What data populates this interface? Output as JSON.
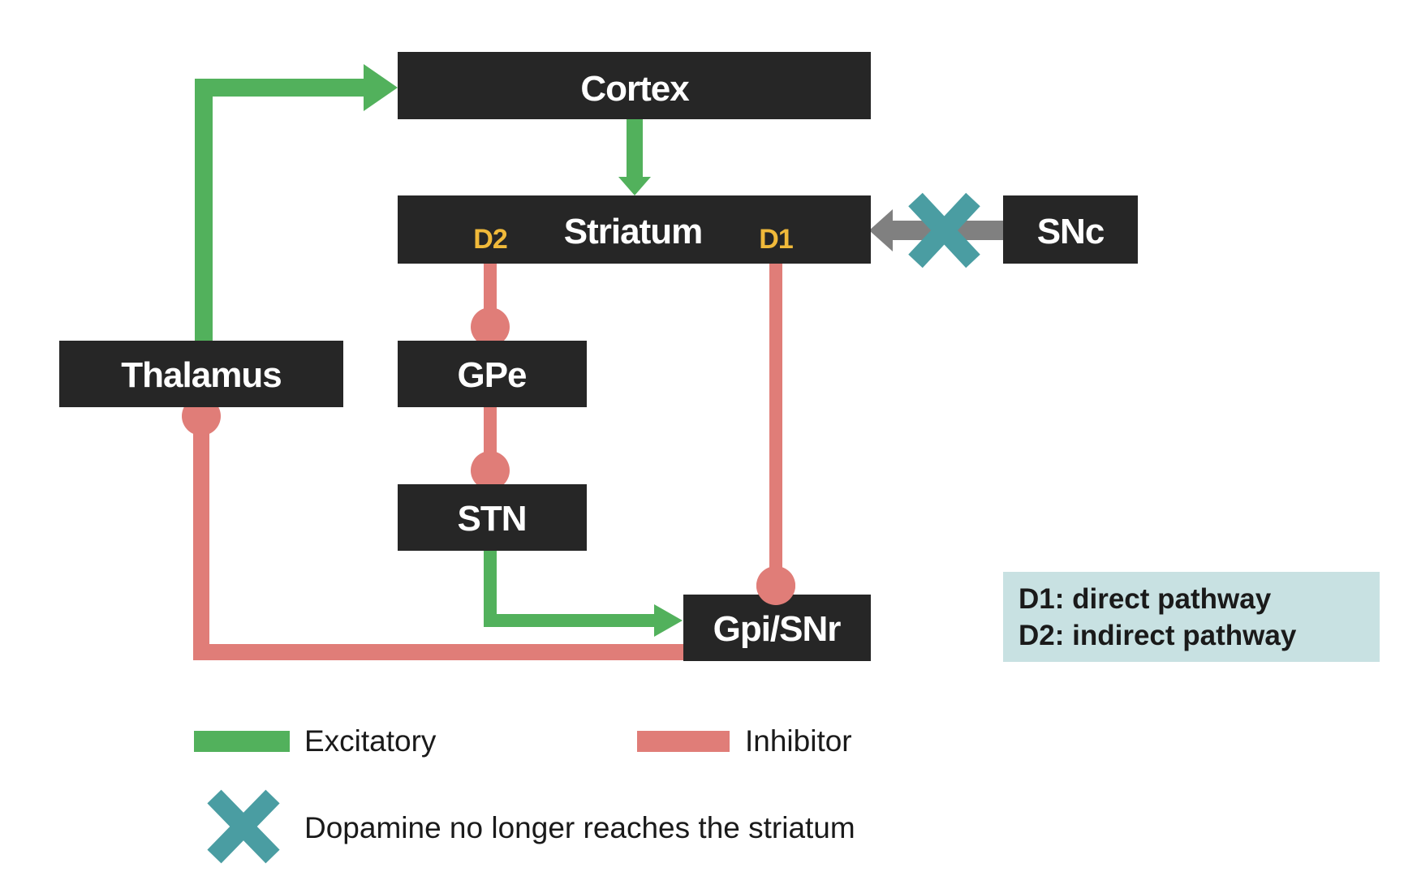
{
  "nodes": {
    "cortex": "Cortex",
    "striatum": "Striatum",
    "snc": "SNc",
    "thalamus": "Thalamus",
    "gpe": "GPe",
    "stn": "STN",
    "gpi_snr": "Gpi/SNr"
  },
  "receptors": {
    "d2": "D2",
    "d1": "D1"
  },
  "note": {
    "line1": "D1: direct pathway",
    "line2": "D2: indirect pathway"
  },
  "legend": {
    "excitatory": "Excitatory",
    "inhibitor": "Inhibitor",
    "blocked": "Dopamine no longer reaches the striatum"
  },
  "colors": {
    "node_fill": "#262626",
    "excitatory": "#52b15c",
    "inhibitory": "#e07d78",
    "dopamine_arrow": "#808080",
    "blocked_cross": "#4a9da2",
    "receptor_label": "#f0b93a",
    "note_background": "#c8e1e2"
  }
}
